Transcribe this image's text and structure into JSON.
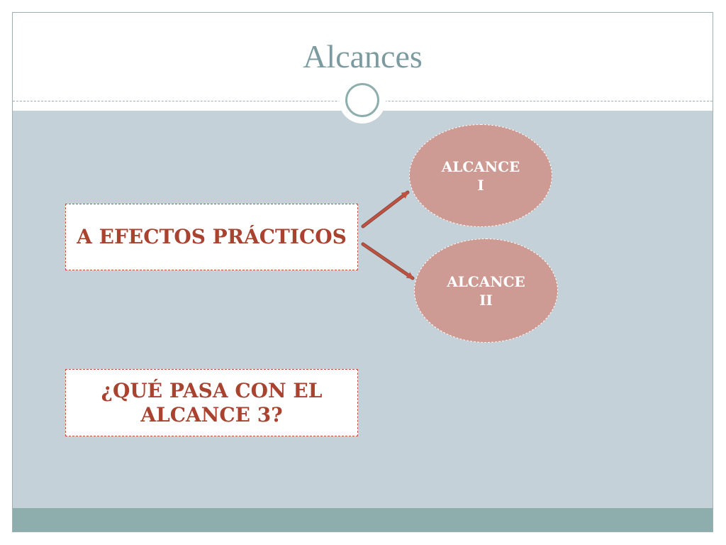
{
  "slide": {
    "title": "Alcances"
  },
  "diagram": {
    "source_box": "A EFECTOS PRÁCTICOS",
    "targets": [
      {
        "label": "ALCANCE\nI"
      },
      {
        "label": "ALCANCE\nII"
      }
    ],
    "question_box": "¿QUÉ PASA CON EL ALCANCE 3?"
  },
  "colors": {
    "title": "#7c9ba0",
    "content_band": "#c5d1d8",
    "footer_band": "#8eadad",
    "box_text": "#a94330",
    "ellipse_fill": "#cd9b93",
    "arrow": "#c0503f"
  }
}
